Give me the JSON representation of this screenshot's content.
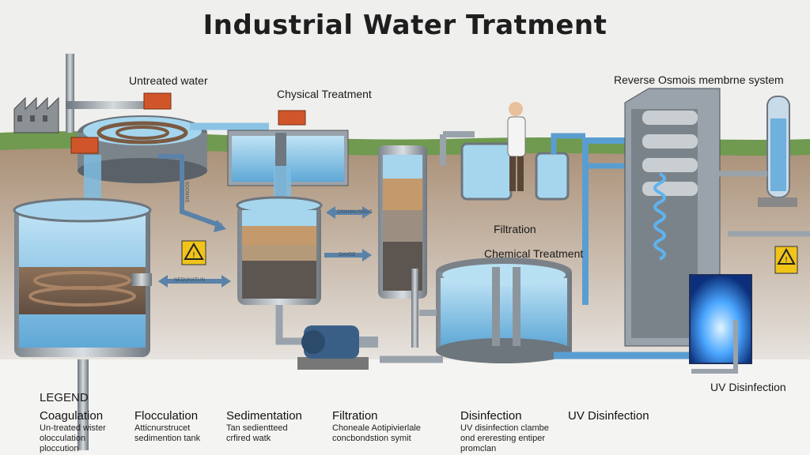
{
  "title": "Industrial Water Tratment",
  "labels": {
    "untreated_water": "Untreated water",
    "chysical_treatment": "Chysical Treatment",
    "reverse_osmosis": "Reverse Osmois membrne system",
    "filtration": "Filtration",
    "chemical_treatment": "Chemical Treatment",
    "uv_disinfection": "UV Disinfection"
  },
  "arrow_tags": {
    "left_tag": "NEDUNATUN",
    "right_tag_1": "OSNNNVSNOS",
    "right_tag_2": "OAVDE",
    "down_tag": "SDONNS"
  },
  "legend": {
    "title": "LEGEND",
    "items": [
      {
        "name": "Coagulation",
        "lines": [
          "Un-treated wister",
          "olocculation",
          "ploccution"
        ]
      },
      {
        "name": "Flocculation",
        "lines": [
          "Atticnurstrucet",
          "sedimention tank"
        ]
      },
      {
        "name": "Sedimentation",
        "lines": [
          "Tan sedientteed",
          "crfired watk"
        ]
      },
      {
        "name": "Filtration",
        "lines": [
          "Choneale Aotipivierlale",
          "concbondstion symit"
        ]
      },
      {
        "name": "Disinfection",
        "lines": [
          "UV disinfection clambe",
          "ond ereresting entiper",
          "promclan"
        ]
      },
      {
        "name": "UV Disinfection",
        "lines": []
      }
    ]
  },
  "colors": {
    "water": "#8ec8e8",
    "pipe": "#9aa3ab",
    "valve": "#d0562a",
    "ground": "#8a6d54",
    "grass": "#6f9a4f",
    "arrow": "#5a82a8",
    "warning": "#f0c419"
  },
  "icons": [
    "factory-icon",
    "warning-sign-icon",
    "pump-motor-icon",
    "technician-figure",
    "uv-lamp-icon"
  ]
}
